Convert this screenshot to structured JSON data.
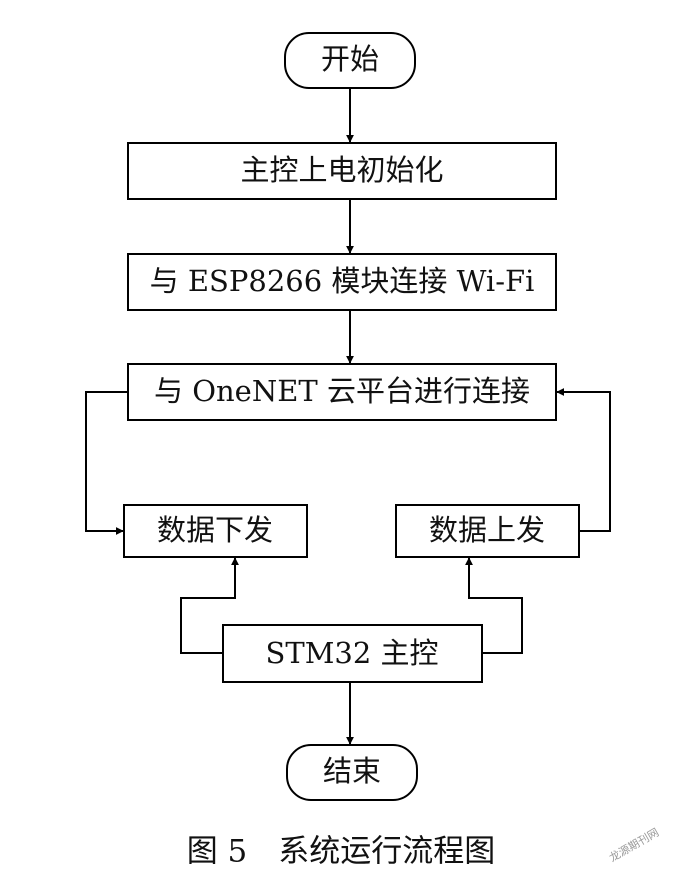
{
  "nodes": {
    "start": "开始",
    "init": "主控上电初始化",
    "wifi": "与 ESP8266 模块连接 Wi-Fi",
    "onenet": "与 OneNET 云平台进行连接",
    "downlink": "数据下发",
    "uplink": "数据上发",
    "stm32": "STM32 主控",
    "end": "结束"
  },
  "caption": "图 5　系统运行流程图",
  "watermark": "龙源期刊网",
  "colors": {
    "stroke": "#000000",
    "text": "#111111"
  }
}
